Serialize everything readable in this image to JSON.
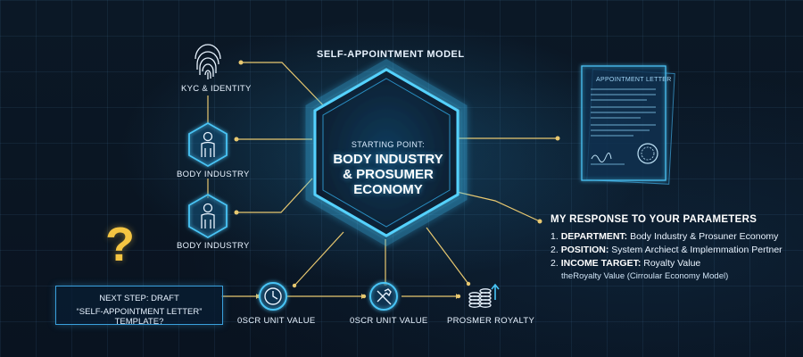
{
  "diagram": {
    "title": "SELF-APPOINTMENT MODEL",
    "center": {
      "kicker": "STARTING POINT:",
      "title": "BODY INDUSTRY\n& PROSUMER\nECONOMY"
    },
    "left_nodes": [
      {
        "label": "KYC & IDENTITY",
        "icon": "fingerprint-icon"
      },
      {
        "label": "BODY INDUSTRY",
        "icon": "person-icon"
      },
      {
        "label": "BODY INDUSTRY",
        "icon": "person-icon"
      }
    ],
    "bottom_nodes": [
      {
        "label": "0SCR UNIT VALUE",
        "icon": "clock-icon"
      },
      {
        "label": "0SCR UNIT VALUE",
        "icon": "tools-icon"
      },
      {
        "label": "PROSMER ROYALTY",
        "icon": "coin-stack-icon"
      }
    ],
    "next_step": {
      "line1": "NEXT STEP: DRAFT",
      "line2": "“SELF-APPOINTMENT LETTER” TEMPLATE?"
    },
    "question_mark": "?",
    "letter": {
      "title": "APPOINTMENT LETTER",
      "icon": "document-icon"
    },
    "response": {
      "title": "MY RESPONSE TO YOUR PARAMETERS",
      "items": [
        {
          "num": "1.",
          "key": "DEPARTMENT:",
          "value": "Body Industry & Prosuner Economy"
        },
        {
          "num": "2.",
          "key": "POSITION:",
          "value": "System Archiect & Implemmation Pertner"
        },
        {
          "num": "2.",
          "key": "INCOME TARGET:",
          "value": "Royalty Value"
        }
      ],
      "note": "theRoyalty Value (Cirroular Economy Model)"
    },
    "colors": {
      "accent": "#3fc6ff",
      "gold": "#f5c542",
      "connector": "#e8c870"
    }
  }
}
